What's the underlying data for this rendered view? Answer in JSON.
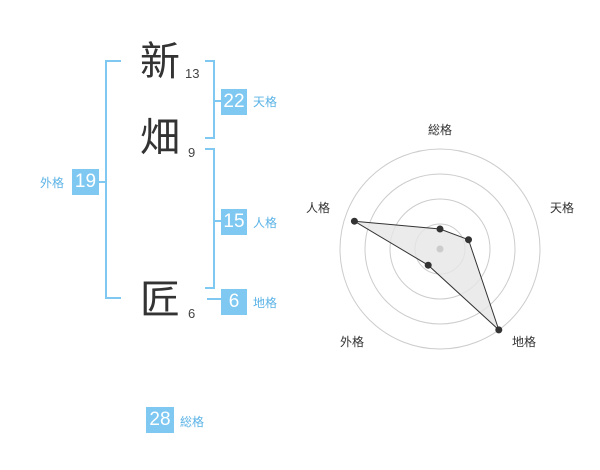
{
  "name": {
    "surname": [
      {
        "char": "新",
        "strokes": "13"
      },
      {
        "char": "畑",
        "strokes": "9"
      }
    ],
    "given": [
      {
        "char": "匠",
        "strokes": "6"
      }
    ]
  },
  "kaku": {
    "tenkaku": {
      "value": "22",
      "label": "天格"
    },
    "jinkaku": {
      "value": "15",
      "label": "人格"
    },
    "chikaku": {
      "value": "6",
      "label": "地格"
    },
    "gaikaku": {
      "value": "19",
      "label": "外格"
    },
    "soukaku": {
      "value": "28",
      "label": "総格"
    }
  },
  "radar": {
    "axes": [
      "総格",
      "天格",
      "地格",
      "外格",
      "人格"
    ],
    "levels": 4,
    "values": [
      0.2,
      0.3,
      1.0,
      0.2,
      0.9
    ],
    "colors": {
      "ring": "#cccccc",
      "fill": "#e6e6e6",
      "line": "#333333",
      "dot": "#333333",
      "center": "#cccccc"
    }
  }
}
